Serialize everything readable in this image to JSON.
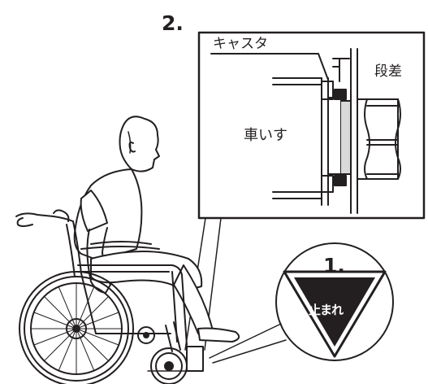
{
  "steps": {
    "step1_number": "1.",
    "step2_number": "2."
  },
  "detail": {
    "caster_label": "キャスタ",
    "step_label": "段差",
    "wheelchair_label": "車いす"
  },
  "stop_sign": {
    "text": "止まれ"
  },
  "colors": {
    "line": "#231f20",
    "sign_fill": "#231f20",
    "background": "#ffffff"
  }
}
